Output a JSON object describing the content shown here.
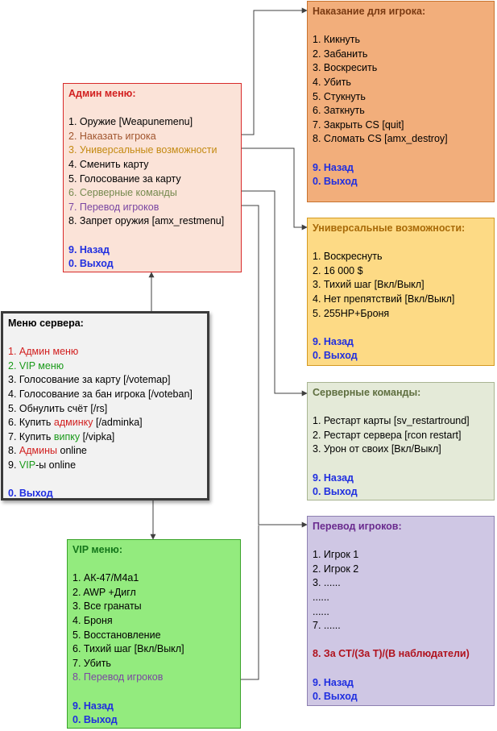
{
  "colors": {
    "red": "#d21f1f",
    "green": "#1a9a1a",
    "brown": "#a0542d",
    "gold": "#c48a12",
    "olive": "#768a4f",
    "purple": "#7a46a2",
    "blue": "#1f2ee0",
    "darkred": "#b0121d"
  },
  "admin_menu": {
    "title": "Админ меню:",
    "items": [
      "1. Оружие  [Weapunemenu]",
      "2. Наказать игрока",
      "3. Универсальные возможности",
      "4. Сменить карту",
      "5. Голосование за карту",
      "6. Серверные команды",
      "7. Перевод игроков",
      "8. Запрет оружия [amx_restmenu]"
    ],
    "back": "9. Назад",
    "exit": "0. Выход"
  },
  "server_menu": {
    "title": "Меню сервера:",
    "item1": "1. Админ меню",
    "item2": "2. VIP меню",
    "item3": "3. Голосование за карту [/votemap]",
    "item4": "4. Голосование за бан игрока [/voteban]",
    "item5": "5. Обнулить счёт [/rs]",
    "item6_prefix": "6. Купить ",
    "item6_colored": "админку",
    "item6_suffix": " [/adminka]",
    "item7_prefix": "7. Купить ",
    "item7_colored": "випку",
    "item7_suffix": " [/vipka]",
    "item8_prefix": "8. ",
    "item8_colored": "Админы",
    "item8_suffix": " online",
    "item9_prefix": "9. ",
    "item9_colored": "VIP",
    "item9_suffix": "-ы  online",
    "exit": "0. Выход"
  },
  "vip_menu": {
    "title": "VIP меню:",
    "items": [
      "1. АК-47/M4a1",
      "2. AWP +Дигл",
      "3. Все гранаты",
      "4. Броня",
      "5. Восстановление",
      "6. Тихий шаг [Вкл/Выкл]",
      "7. Убить",
      "8. Перевод игроков"
    ],
    "back": "9. Назад",
    "exit": "0. Выход"
  },
  "punish_menu": {
    "title": "Наказание для игрока:",
    "items": [
      "1. Кикнуть",
      "2. Забанить",
      "3. Воскресить",
      "4. Убить",
      "5. Стукнуть",
      "6. Заткнуть",
      "7. Закрыть CS [quit]",
      "8. Сломать CS [amx_destroy]"
    ],
    "back": "9. Назад",
    "exit": "0. Выход"
  },
  "universal_menu": {
    "title": "Универсальные возможности:",
    "items": [
      "1. Воскреснуть",
      "2. 16 000 $",
      "3. Тихий шаг [Вкл/Выкл]",
      "4. Нет препятствий [Вкл/Выкл]",
      "5. 255HP+Броня"
    ],
    "back": "9. Назад",
    "exit": "0. Выход"
  },
  "server_commands_menu": {
    "title": "Серверные команды:",
    "items": [
      "1. Рестарт карты [sv_restartround]",
      "2. Рестарт сервера [rcon restart]",
      "3. Урон от своих [Вкл/Выкл]"
    ],
    "back": "9. Назад",
    "exit": "0. Выход"
  },
  "transfer_menu": {
    "title": "Перевод игроков:",
    "items": [
      "1. Игрок 1",
      "2. Игрок 2",
      "3. ......",
      "......",
      "......",
      "7. ......"
    ],
    "team": "8. За CT/(За T)/(В наблюдатели)",
    "back": "9. Назад",
    "exit": "0. Выход"
  }
}
